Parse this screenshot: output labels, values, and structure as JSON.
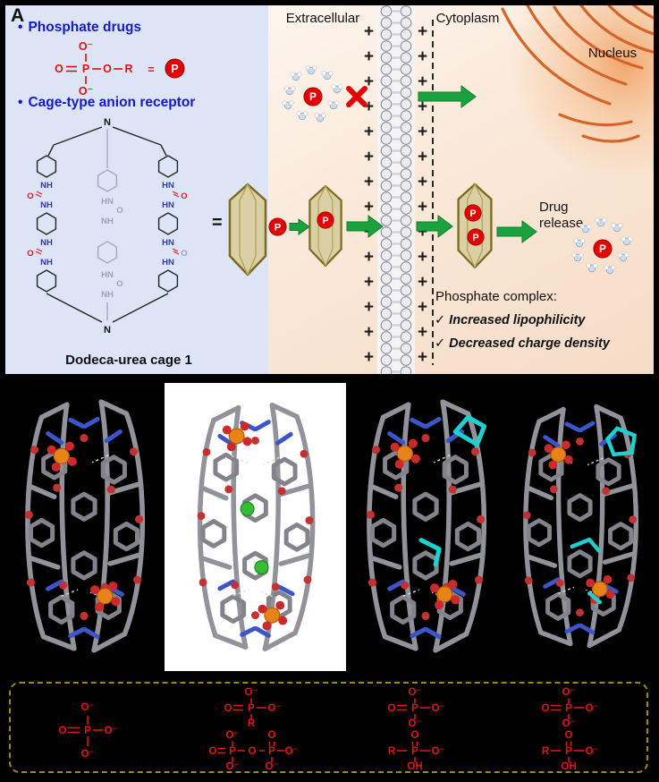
{
  "panel_a": {
    "label": "A",
    "bullet": "•",
    "phosphate_drugs": "Phosphate drugs",
    "cage_receptor": "Cage-type anion receptor",
    "equals": "=",
    "p": "P",
    "cage_caption": "Dodeca-urea cage",
    "cage_number": "1",
    "formula": {
      "o_top": "O⁻",
      "o_left": "O",
      "p": "P",
      "o_right": "O",
      "r": "R",
      "o_bottom": "O⁻"
    },
    "cage_atoms": {
      "n_top": "N",
      "n_bottom": "N",
      "nh": "NH",
      "hn": "HN",
      "o": "O"
    },
    "membrane": {
      "extracellular": "Extracellular",
      "cytoplasm": "Cytoplasm",
      "plus": "+"
    },
    "nucleus_label": "Nucleus",
    "drug_release_line1": "Drug",
    "drug_release_line2": "release",
    "complex_note": {
      "title": "Phosphate complex:",
      "check1": "✓ Increased lipophilicity",
      "check2": "✓ Decreased charge density"
    }
  },
  "panel_c": {
    "g1": {
      "p": "P",
      "up": "O⁻",
      "left": "O",
      "right": "O⁻",
      "down": "O⁻"
    },
    "g2a": {
      "p": "P",
      "up": "O⁻",
      "left": "O",
      "right": "O⁻",
      "down": "R"
    },
    "g2b": {
      "p1": "P",
      "up1": "O⁻",
      "left1": "O",
      "down1": "O⁻",
      "bridge": "O",
      "p2": "P",
      "up2": "O",
      "right2": "O⁻",
      "down2": "O⁻"
    },
    "g3a": {
      "p": "P",
      "up": "O⁻",
      "left": "O",
      "right": "O⁻",
      "down": "O⁻"
    },
    "g3b": {
      "p": "P",
      "up": "O",
      "left": "R",
      "right": "O⁻",
      "down": "OH"
    },
    "g4a": {
      "p": "P",
      "up": "O⁻",
      "left": "O",
      "right": "O⁻",
      "down": "O⁻"
    },
    "g4b": {
      "p": "P",
      "up": "O",
      "left": "R",
      "right": "O⁻",
      "down": "OH"
    }
  }
}
